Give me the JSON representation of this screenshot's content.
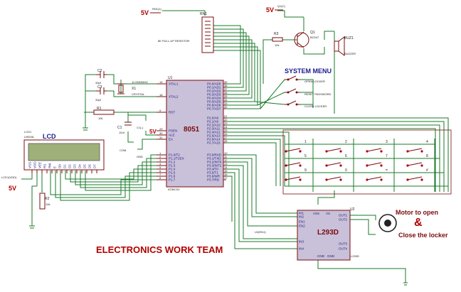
{
  "texts": {
    "vcc_rn": "5V",
    "rn_net": "RN1(1)",
    "rn_ref": "RN1",
    "rn_desc": "8K PULL-UP RESISTOR",
    "vcc_q": "5V",
    "q_net": "Q1(C)",
    "r3_ref": "R3",
    "r3_val": "10k",
    "q1_ref": "Q1",
    "q1_val": "BC547",
    "buz_ref": "BUZ1",
    "buz_val": "BUZZER",
    "menu_title": "SYSTEM MENU",
    "menu_1": "OPEN LOCKER",
    "menu_2": "RESET PASSWORD",
    "menu_3": "CLOSE LOCKER",
    "c2_ref": "C2",
    "c2_val": "33pf",
    "c3_ref": "C3",
    "c3_val": "33pf",
    "x1_ref": "X1",
    "x1_freq": "11.0592MHZ",
    "x1_val": "CRYSTAL",
    "r1_ref": "R1",
    "r1_val": "10k",
    "u1_ref": "U1",
    "u1_name": "8051",
    "u1_part": "AT89C52",
    "c1_ref": "C1",
    "c1_val": "10uf",
    "vcc_c1": "5V",
    "c1_net": "C1(-)",
    "gnd_net": "COM",
    "gnd_lbl": "GND",
    "lcd_title": "LCD",
    "lcd_ref": "LCD1",
    "lcd_model": "LM016L",
    "vcc_lcd": "5V",
    "lcd_net": "LCD1(VDD)",
    "r2_ref": "R2",
    "r2_val": "10k",
    "u2_ref": "U2",
    "u2_name": "L293D",
    "u2_net": "U2(EN1)",
    "u2_part": "L293D",
    "motor_line1": "Motor to open",
    "motor_amp": "&",
    "motor_line2": "Close the locker",
    "team": "ELECTRONICS WORK TEAM"
  },
  "u1_left_pins": [
    {
      "num": "19",
      "name": "XTAL1"
    },
    {
      "num": "18",
      "name": "XTAL2"
    },
    {
      "num": "9",
      "name": "RST"
    },
    {
      "num": "29",
      "name": "PSEN"
    },
    {
      "num": "30",
      "name": "ALE"
    },
    {
      "num": "31",
      "name": "EA"
    },
    {
      "num": "1",
      "name": "P1.0/T2"
    },
    {
      "num": "2",
      "name": "P1.1/T2EX"
    },
    {
      "num": "3",
      "name": "P1.2"
    },
    {
      "num": "4",
      "name": "P1.3"
    },
    {
      "num": "5",
      "name": "P1.4"
    },
    {
      "num": "6",
      "name": "P1.5"
    },
    {
      "num": "7",
      "name": "P1.6"
    },
    {
      "num": "8",
      "name": "P1.7"
    }
  ],
  "u1_right_pins": [
    {
      "num": "39",
      "name": "P0.0/AD0"
    },
    {
      "num": "38",
      "name": "P0.1/AD1"
    },
    {
      "num": "37",
      "name": "P0.2/AD2"
    },
    {
      "num": "36",
      "name": "P0.3/AD3"
    },
    {
      "num": "35",
      "name": "P0.4/AD4"
    },
    {
      "num": "34",
      "name": "P0.5/AD5"
    },
    {
      "num": "33",
      "name": "P0.6/AD6"
    },
    {
      "num": "32",
      "name": "P0.7/AD7"
    },
    {
      "num": "21",
      "name": "P2.0/A8"
    },
    {
      "num": "22",
      "name": "P2.1/A9"
    },
    {
      "num": "23",
      "name": "P2.2/A10"
    },
    {
      "num": "24",
      "name": "P2.3/A11"
    },
    {
      "num": "25",
      "name": "P2.4/A12"
    },
    {
      "num": "26",
      "name": "P2.5/A13"
    },
    {
      "num": "27",
      "name": "P2.6/A14"
    },
    {
      "num": "28",
      "name": "P2.7/A15"
    },
    {
      "num": "10",
      "name": "P3.0/RXD"
    },
    {
      "num": "11",
      "name": "P3.1/TXD"
    },
    {
      "num": "12",
      "name": "P3.2/INT0"
    },
    {
      "num": "13",
      "name": "P3.3/INT1"
    },
    {
      "num": "14",
      "name": "P3.4/T0"
    },
    {
      "num": "15",
      "name": "P3.5/T1"
    },
    {
      "num": "16",
      "name": "P3.6/WR"
    },
    {
      "num": "17",
      "name": "P3.7/RD"
    }
  ],
  "lcd_pins": [
    "VSS",
    "VDD",
    "VEE",
    "RS",
    "RW",
    "E",
    "D0",
    "D1",
    "D2",
    "D3",
    "D4",
    "D5",
    "D6",
    "D7"
  ],
  "keypad_keys": [
    "1",
    "2",
    "3",
    "4",
    "5",
    "6",
    "7",
    "8",
    "9",
    "0",
    "=",
    "#"
  ],
  "u2_left_pins": [
    "IN1",
    "IN2",
    "EN1",
    "EN2",
    "IN3",
    "IN4"
  ],
  "u2_right_pins": [
    "OUT1",
    "OUT2",
    "OUT3",
    "OUT4"
  ],
  "u2_top_pins": [
    "VSS",
    "VS"
  ],
  "u2_bottom_pins": [
    "GND",
    "GND"
  ],
  "colors": {
    "wire": "#1a7a2a",
    "part": "#7a0d0d",
    "chip_fill": "#c9c0d9",
    "lcd_screen": "#9fb07a",
    "title_red": "#b00000",
    "label_blue": "#1a1a8c"
  }
}
